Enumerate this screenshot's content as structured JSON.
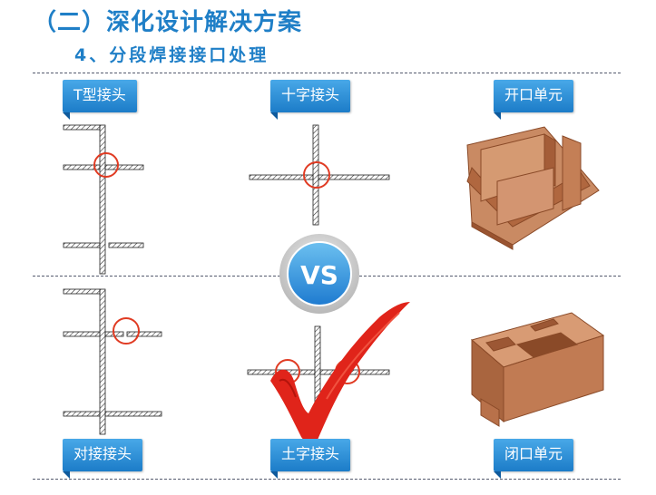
{
  "header": {
    "title": "（二）深化设计解决方案",
    "subtitle": "4、分段焊接接口处理"
  },
  "joints": {
    "t_joint_label": "T型接头",
    "cross_joint_label": "十字接头",
    "open_unit_label": "开口单元",
    "butt_joint_label": "对接接头",
    "earth_joint_label": "土字接头",
    "closed_unit_label": "闭口单元"
  },
  "vs": {
    "label": "VS"
  },
  "colors": {
    "title_blue": "#1f7fc7",
    "badge_blue": "#2b8ad6",
    "highlight_red": "#e03b23",
    "checkmark_red": "#e0241a",
    "unit_brown": "#c4805a"
  },
  "icons": {
    "checkmark": "red-checkmark-icon",
    "vs": "vs-circle-icon"
  }
}
